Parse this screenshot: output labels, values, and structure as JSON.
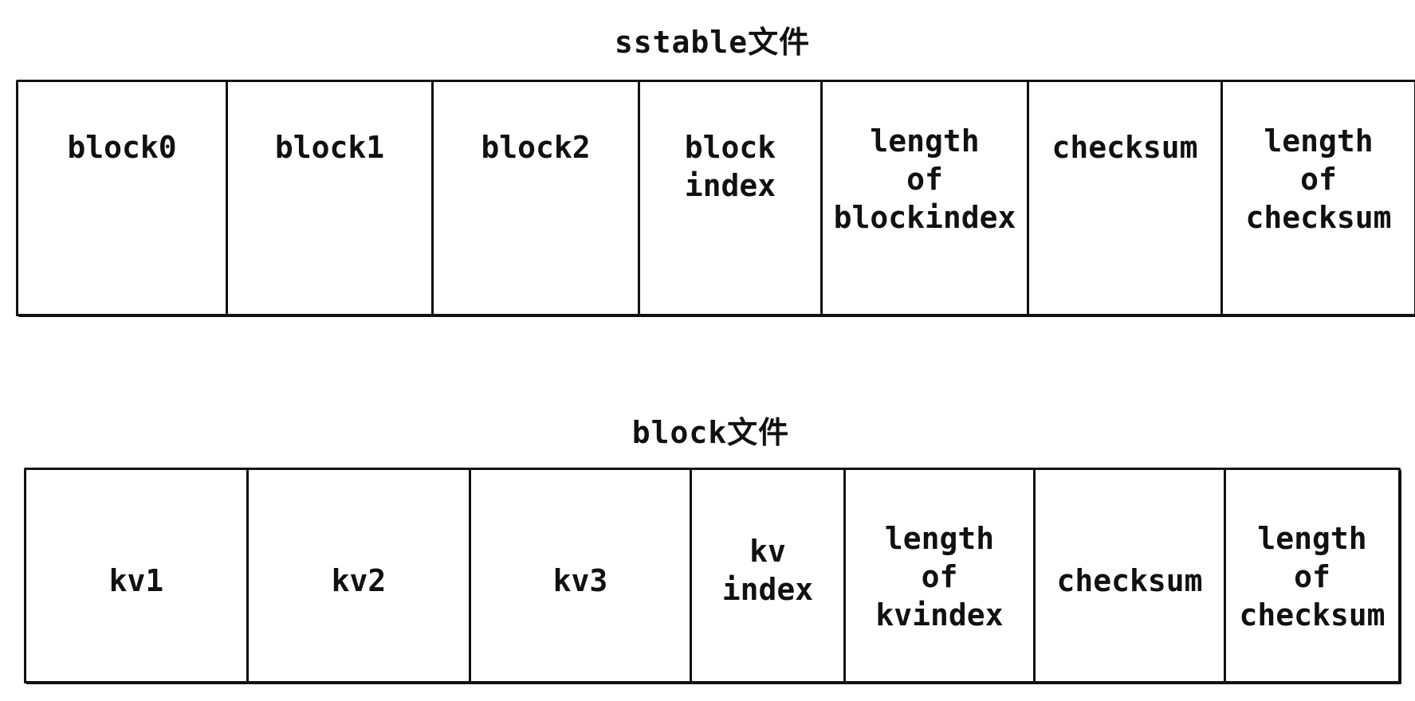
{
  "sstable": {
    "title": "sstable文件",
    "cells": [
      "block0",
      "block1",
      "block2",
      "block\nindex",
      "length\nof\nblockindex",
      "checksum",
      "length\nof\nchecksum"
    ]
  },
  "block": {
    "title": "block文件",
    "cells": [
      "kv1",
      "kv2",
      "kv3",
      "kv\nindex",
      "length\nof\nkvindex",
      "checksum",
      "length\nof\nchecksum"
    ]
  }
}
